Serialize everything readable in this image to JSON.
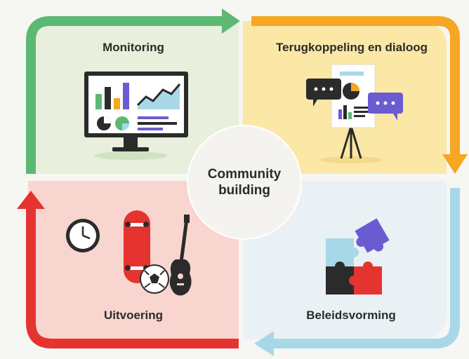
{
  "center": {
    "line1": "Community",
    "line2": "building"
  },
  "quadrants": {
    "top_left": {
      "label": "Monitoring",
      "color": "#5cb974",
      "bg": "#e8efdc"
    },
    "top_right": {
      "label": "Terugkoppeling en dialoog",
      "color": "#f6a623",
      "bg": "#fbe7a6"
    },
    "bottom_right": {
      "label": "Beleidsvorming",
      "color": "#a8d8e8",
      "bg": "#eaf1f4"
    },
    "bottom_left": {
      "label": "Uitvoering",
      "color": "#e5332f",
      "bg": "#f8d5cf"
    }
  },
  "icons": {
    "top_left": "monitor-chart-icon",
    "top_right": "presentation-board-chat-icon",
    "bottom_right": "puzzle-pieces-icon",
    "bottom_left": "clock-skateboard-football-guitar-icon"
  }
}
